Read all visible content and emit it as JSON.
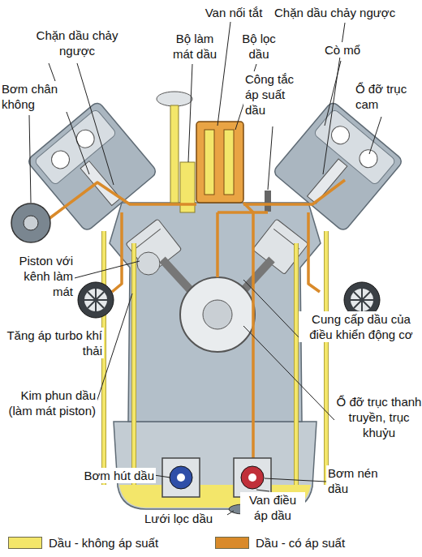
{
  "diagram": {
    "labels": [
      "Van nối tắt",
      "Chặn dầu chảy ngược",
      "Bộ làm mát dầu",
      "Bộ lọc dầu",
      "Chặn dầu chảy ngược",
      "Cò mổ",
      "Bơm chân không",
      "Công tắc áp suất dầu",
      "Ổ đỡ trục cam",
      "Piston với kênh làm mát",
      "Tăng áp turbo khí thải",
      "Cung cấp dầu của điều khiển động cơ",
      "Kim phun dầu (làm mát piston)",
      "Ổ đỡ trục thanh truyền, trục khuỷu",
      "Bơm hút dầu",
      "Bơm nén dầu",
      "Van điều áp dầu",
      "Lưới lọc dầu"
    ],
    "legend": [
      {
        "text": "Dầu - không áp suất",
        "color": "#f3e66a"
      },
      {
        "text": "Dầu - có áp suất",
        "color": "#d98a2a"
      }
    ]
  }
}
